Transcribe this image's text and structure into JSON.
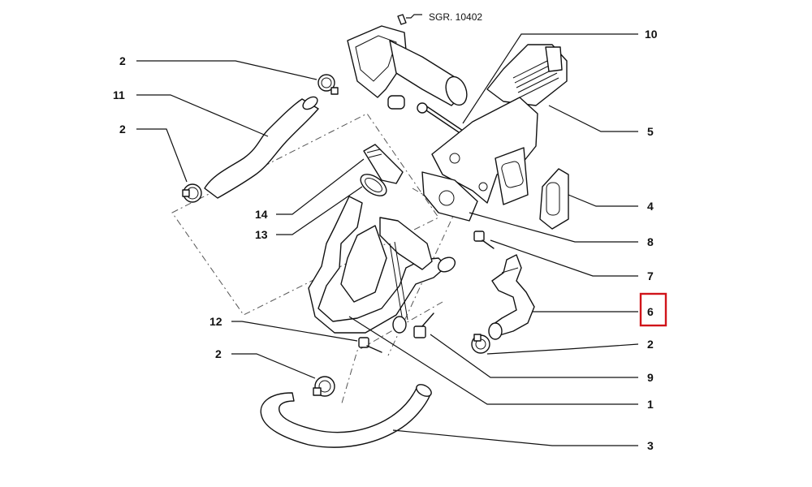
{
  "diagram": {
    "reference": "SGR. 10402",
    "highlight_color": "#d0141a",
    "highlighted_part": "6",
    "callouts": {
      "c_2a": "2",
      "c_11": "11",
      "c_2b": "2",
      "c_14": "14",
      "c_13": "13",
      "c_12": "12",
      "c_2c": "2",
      "c_10": "10",
      "c_5": "5",
      "c_4": "4",
      "c_8": "8",
      "c_7": "7",
      "c_6": "6",
      "c_2d": "2",
      "c_9": "9",
      "c_1": "1",
      "c_3": "3"
    }
  }
}
